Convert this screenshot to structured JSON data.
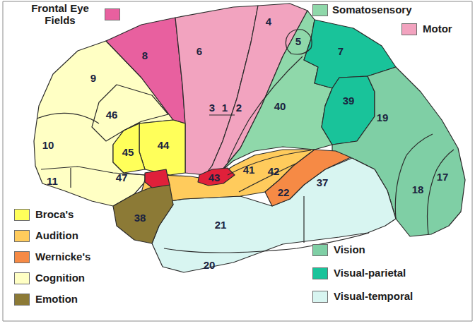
{
  "diagram": {
    "labels": [
      "8",
      "6",
      "4",
      "9",
      "5",
      "7",
      "46",
      "10",
      "3",
      "1",
      "2",
      "40",
      "45",
      "44",
      "39",
      "19",
      "43",
      "41",
      "42",
      "22",
      "11",
      "47",
      "38",
      "21",
      "18",
      "17",
      "37",
      "20"
    ],
    "legend": [
      {
        "text": "Frontal Eye Fields",
        "color": "#e8609f"
      },
      {
        "text": "Somatosensory",
        "color": "#8fd8aa"
      },
      {
        "text": "Motor",
        "color": "#f2a3bf"
      },
      {
        "text": "Broca's",
        "color": "#ffff5a"
      },
      {
        "text": "Audition",
        "color": "#ffcb5c"
      },
      {
        "text": "Wernicke's",
        "color": "#f68a45"
      },
      {
        "text": "Cognition",
        "color": "#ffffc4"
      },
      {
        "text": "Emotion",
        "color": "#8c7a36"
      },
      {
        "text": "Vision",
        "color": "#7fcfa5"
      },
      {
        "text": "Visual-parietal",
        "color": "#19c39a"
      },
      {
        "text": "Visual-temporal",
        "color": "#d8f5f1"
      }
    ]
  }
}
